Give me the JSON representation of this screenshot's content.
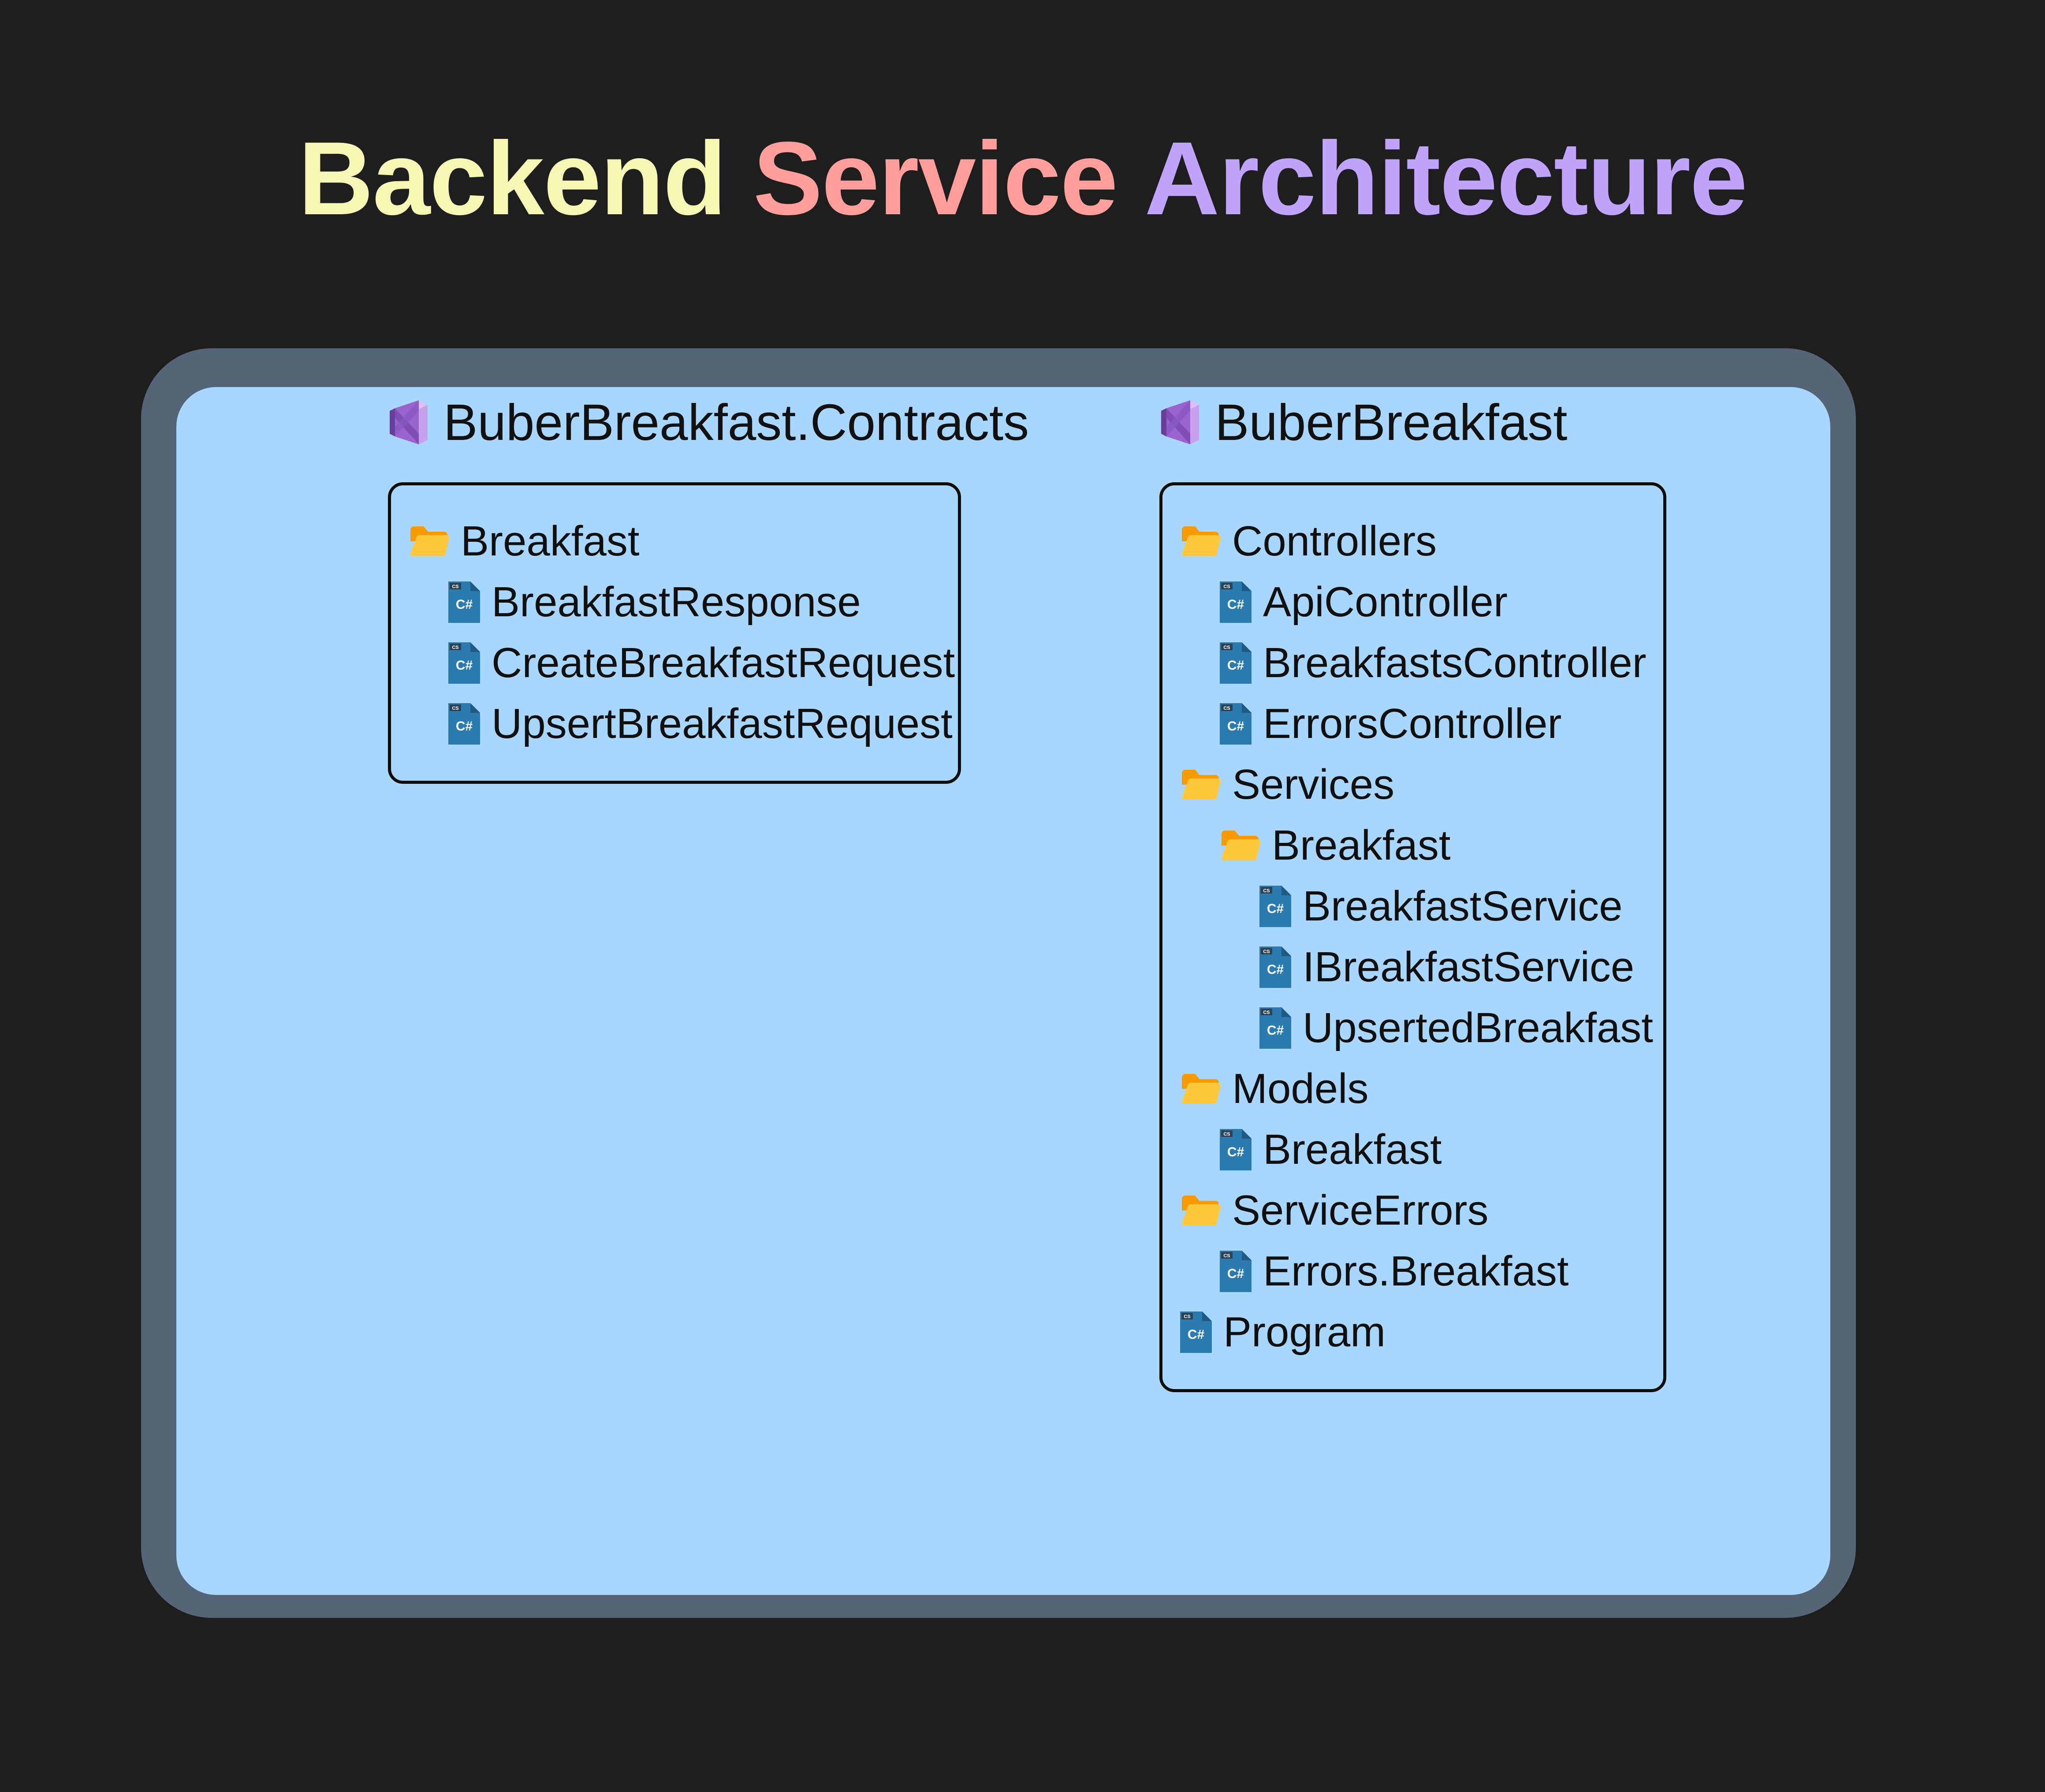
{
  "page": {
    "background_color": "#1e1e1e"
  },
  "title": {
    "word1": "Backend",
    "word2": "Service",
    "word3": "Architecture",
    "color1": "#f6f7b4",
    "color2": "#ff9e9a",
    "color3": "#c0a3fb"
  },
  "panel": {
    "frame_color": "#556577",
    "screen_color": "#a9d6fd"
  },
  "projects": [
    {
      "icon": "visual-studio-icon",
      "name": "BuberBreakfast.Contracts",
      "tree": [
        {
          "type": "folder",
          "label": "Breakfast",
          "indent": 0
        },
        {
          "type": "file",
          "label": "BreakfastResponse",
          "indent": 1
        },
        {
          "type": "file",
          "label": "CreateBreakfastRequest",
          "indent": 1
        },
        {
          "type": "file",
          "label": "UpsertBreakfastRequest",
          "indent": 1
        }
      ]
    },
    {
      "icon": "visual-studio-icon",
      "name": "BuberBreakfast",
      "tree": [
        {
          "type": "folder",
          "label": "Controllers",
          "indent": 0
        },
        {
          "type": "file",
          "label": "ApiController",
          "indent": 1
        },
        {
          "type": "file",
          "label": "BreakfastsController",
          "indent": 1
        },
        {
          "type": "file",
          "label": "ErrorsController",
          "indent": 1
        },
        {
          "type": "folder",
          "label": "Services",
          "indent": 0
        },
        {
          "type": "folder",
          "label": "Breakfast",
          "indent": 1
        },
        {
          "type": "file",
          "label": "BreakfastService",
          "indent": 2
        },
        {
          "type": "file",
          "label": "IBreakfastService",
          "indent": 2
        },
        {
          "type": "file",
          "label": "UpsertedBreakfast",
          "indent": 2
        },
        {
          "type": "folder",
          "label": "Models",
          "indent": 0
        },
        {
          "type": "file",
          "label": "Breakfast",
          "indent": 1
        },
        {
          "type": "folder",
          "label": "ServiceErrors",
          "indent": 0
        },
        {
          "type": "file",
          "label": "Errors.Breakfast",
          "indent": 1
        },
        {
          "type": "file",
          "label": "Program",
          "indent": 0
        }
      ]
    }
  ],
  "icon_colors": {
    "folder_back": "#f99b00",
    "folder_front": "#ffc83d",
    "csharp_body": "#2b7ab0",
    "csharp_tab": "#2c4356",
    "csharp_text": "#ffffff",
    "vs_light": "#c9a2ee",
    "vs_mid": "#9b63d0",
    "vs_dark": "#68409c"
  }
}
